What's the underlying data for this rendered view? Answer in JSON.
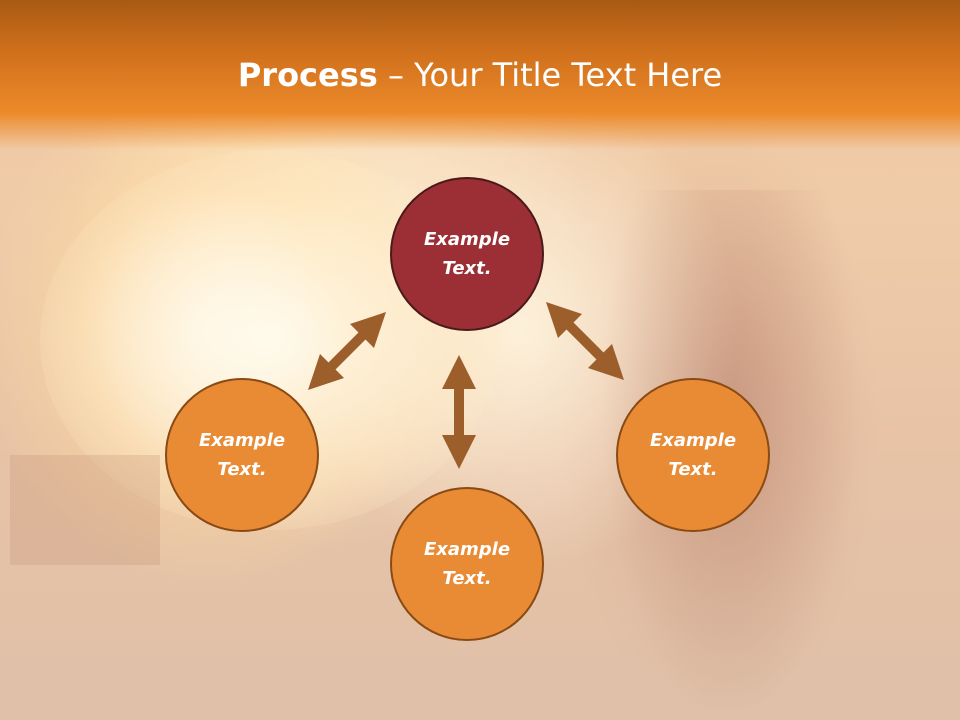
{
  "title": {
    "bold": "Process",
    "rest": " – Your Title Text Here"
  },
  "circles": {
    "top": {
      "line1": "Example",
      "line2": "Text."
    },
    "left": {
      "line1": "Example",
      "line2": "Text."
    },
    "bottom": {
      "line1": "Example",
      "line2": "Text."
    },
    "right": {
      "line1": "Example",
      "line2": "Text."
    }
  },
  "colors": {
    "header": "#d0701c",
    "top_circle": "#9b2f35",
    "orange_circle": "#e98a35",
    "arrow": "#9c5f2c"
  }
}
